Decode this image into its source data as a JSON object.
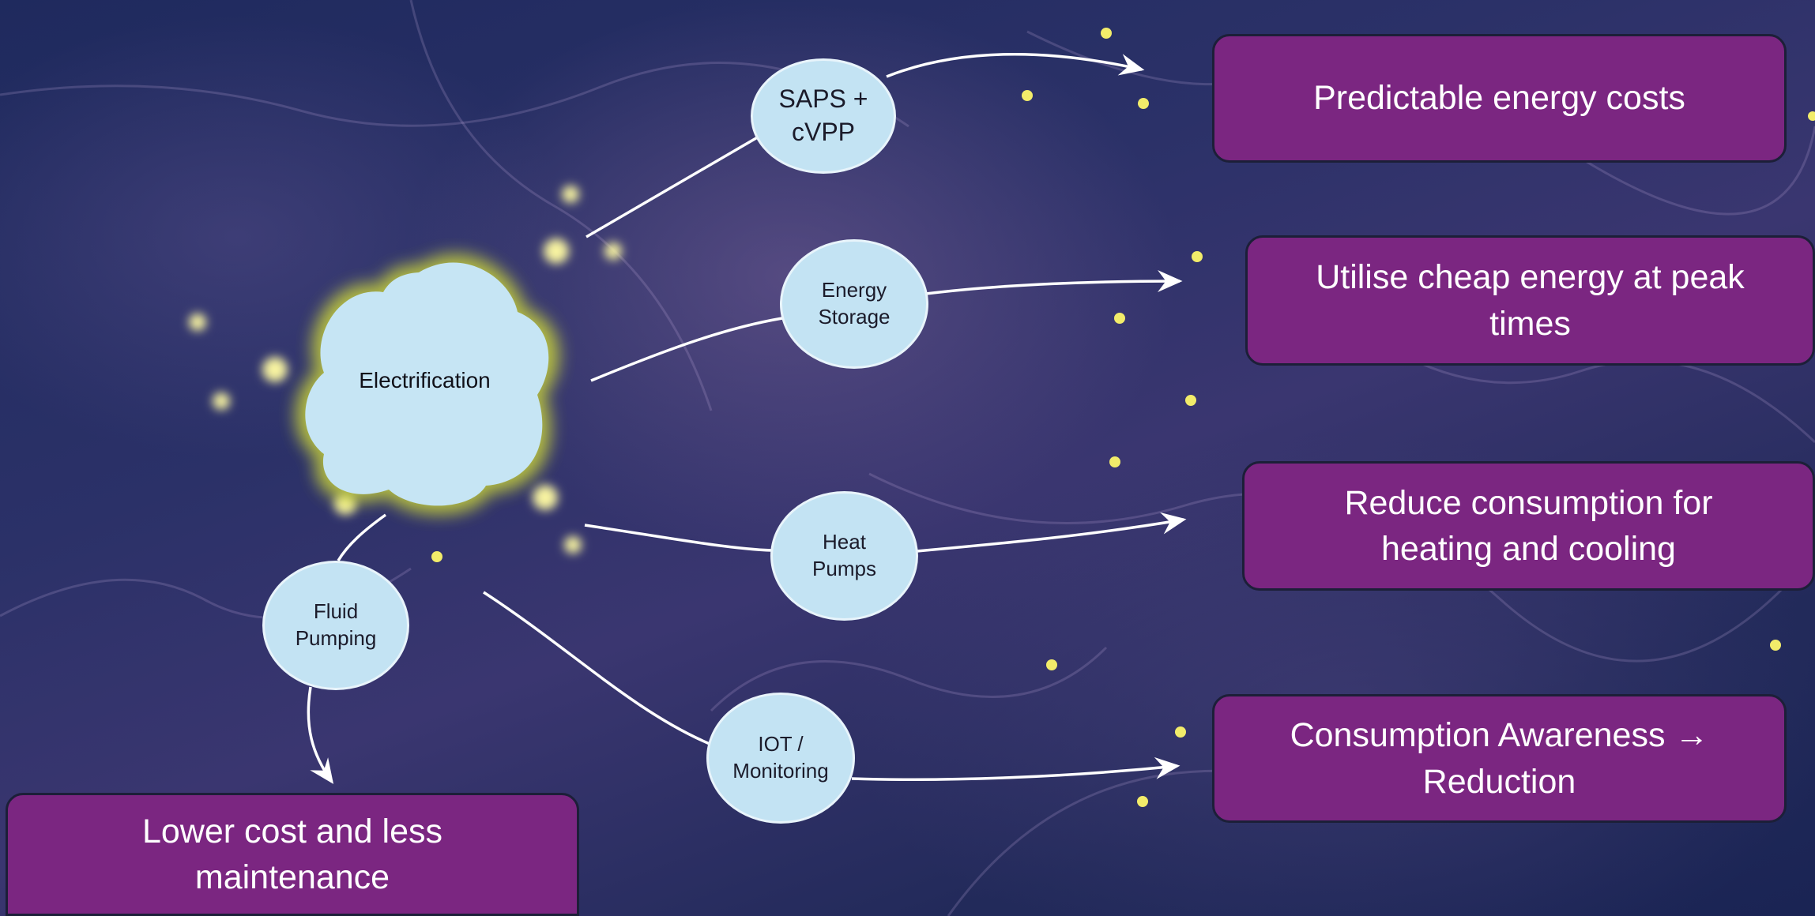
{
  "center": {
    "label": "Electrification"
  },
  "technologies": [
    {
      "id": "saps",
      "label": "SAPS +\ncVPP"
    },
    {
      "id": "storage",
      "label": "Energy\nStorage"
    },
    {
      "id": "heat",
      "label": "Heat\nPumps"
    },
    {
      "id": "iot",
      "label": "IOT /\nMonitoring"
    },
    {
      "id": "fluid",
      "label": "Fluid\nPumping"
    }
  ],
  "outcomes": [
    {
      "id": "predictable",
      "label": "Predictable energy costs"
    },
    {
      "id": "cheap",
      "label": "Utilise cheap energy at peak\ntimes"
    },
    {
      "id": "reduce",
      "label": "Reduce consumption for\nheating and cooling"
    },
    {
      "id": "awareness",
      "label": "Consumption Awareness →\nReduction"
    },
    {
      "id": "lower",
      "label": "Lower cost and less\nmaintenance"
    }
  ],
  "colors": {
    "node_fill": "#c3e3f3",
    "outcome_fill": "#7b2681",
    "glow": "#d8d23a",
    "arrow": "#ffffff"
  }
}
